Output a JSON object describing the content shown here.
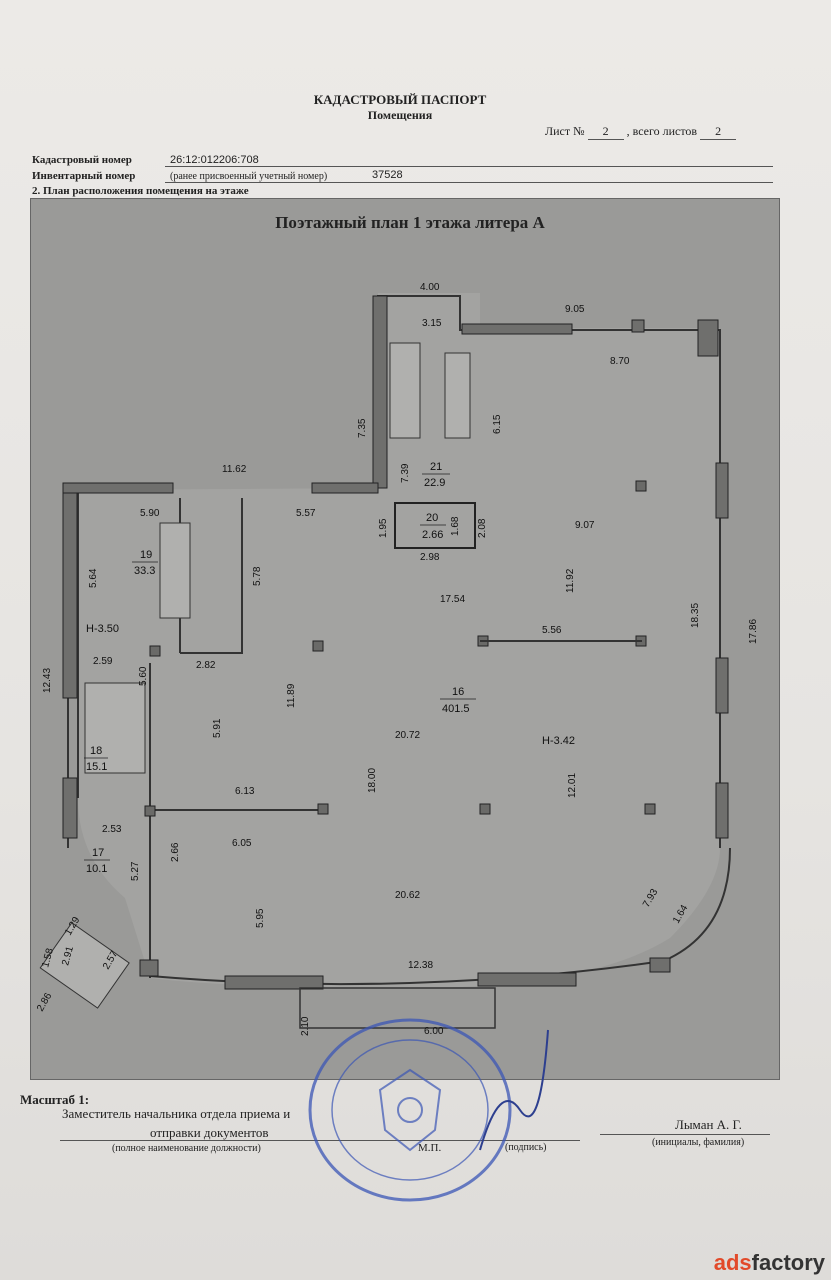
{
  "header": {
    "title": "КАДАСТРОВЫЙ ПАСПОРТ",
    "subtitle": "Помещения",
    "sheet_label": "Лист №",
    "sheet_number": "2",
    "total_label": "всего листов",
    "total_sheets": "2",
    "cadastral_label": "Кадастровый номер",
    "cadastral_value": "26:12:012206:708",
    "inventory_label": "Инвентарный номер",
    "inventory_note": "(ранее присвоенный учетный номер)",
    "inventory_value": "37528",
    "section_label": "2. План расположения помещения на этаже"
  },
  "plan": {
    "title": "Поэтажный план 1 этажа литера А",
    "rooms": [
      {
        "num": "21",
        "area": "22.9"
      },
      {
        "num": "20",
        "area": "2.66"
      },
      {
        "num": "19",
        "area": "33.3"
      },
      {
        "num": "16",
        "area": "401.5"
      },
      {
        "num": "18",
        "area": "15.1"
      },
      {
        "num": "17",
        "area": "10.1"
      }
    ],
    "heights": [
      "H-3.50",
      "H-3.42"
    ],
    "dims": {
      "d400": "4.00",
      "d315": "3.15",
      "d905": "9.05",
      "d870": "8.70",
      "d735": "7.35",
      "d739": "7.39",
      "d615": "6.15",
      "d1162": "11.62",
      "d590": "5.90",
      "d557": "5.57",
      "d195": "1.95",
      "d168": "1.68",
      "d208": "2.08",
      "d298": "2.98",
      "d907": "9.07",
      "d564": "5.64",
      "d578": "5.78",
      "d1192": "11.92",
      "d1754": "17.54",
      "d556": "5.56",
      "d1835": "18.35",
      "d1786": "17.86",
      "d1243": "12.43",
      "d259": "2.59",
      "d560": "5.60",
      "d282": "2.82",
      "d1189": "11.89",
      "d591": "5.91",
      "d2072": "20.72",
      "d1800": "18.00",
      "d1201": "12.01",
      "d613": "6.13",
      "d253": "2.53",
      "d266": "2.66",
      "d605": "6.05",
      "d527": "5.27",
      "d2062": "20.62",
      "d595": "5.95",
      "d793": "7.93",
      "d164": "1.64",
      "d129": "1.29",
      "d291": "2.91",
      "d257": "2.57",
      "d158": "1.58",
      "d286": "2.86",
      "d1238": "12.38",
      "d210": "2.10",
      "d600": "6.00"
    }
  },
  "footer": {
    "scale_label": "Масштаб 1:",
    "position_line1": "Заместитель начальника отдела приема и",
    "position_line2": "отправки документов",
    "position_caption": "(полное наименование должности)",
    "mp": "М.П.",
    "sign_caption": "(подпись)",
    "name": "Лыман А. Г.",
    "name_caption": "(инициалы, фамилия)"
  },
  "watermark": {
    "part1": "ads",
    "part2": "factory"
  }
}
